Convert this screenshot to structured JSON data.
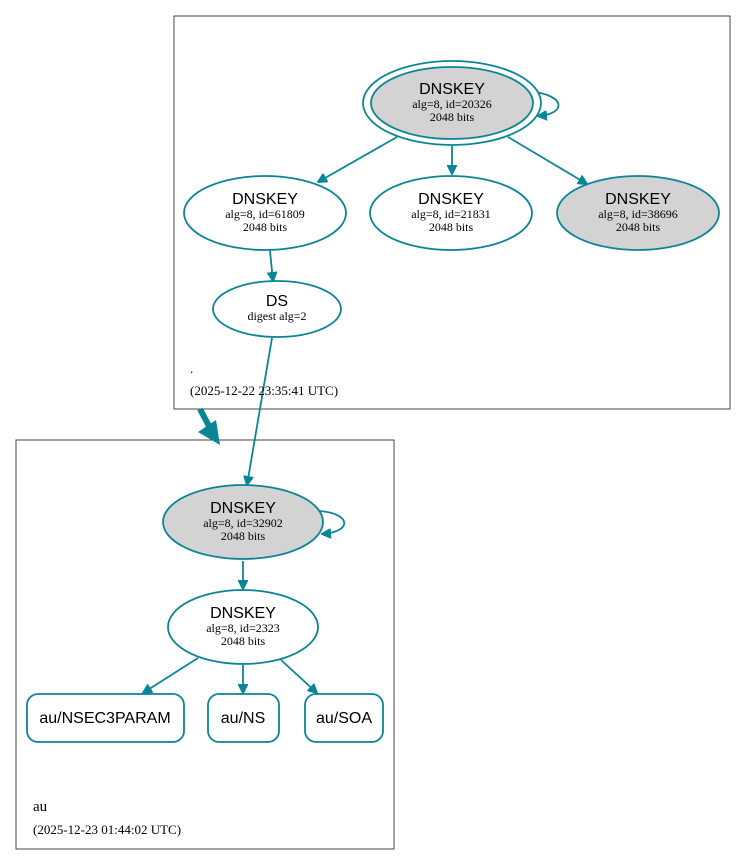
{
  "zones": {
    "root": {
      "name": ".",
      "timestamp": "(2025-12-22 23:35:41 UTC)"
    },
    "au": {
      "name": "au",
      "timestamp": "(2025-12-23 01:44:02 UTC)"
    }
  },
  "nodes": {
    "root_ksk": {
      "title": "DNSKEY",
      "line1": "alg=8, id=20326",
      "line2": "2048 bits"
    },
    "root_zsk1": {
      "title": "DNSKEY",
      "line1": "alg=8, id=61809",
      "line2": "2048 bits"
    },
    "root_zsk2": {
      "title": "DNSKEY",
      "line1": "alg=8, id=21831",
      "line2": "2048 bits"
    },
    "root_zsk3": {
      "title": "DNSKEY",
      "line1": "alg=8, id=38696",
      "line2": "2048 bits"
    },
    "root_ds": {
      "title": "DS",
      "line1": "digest alg=2"
    },
    "au_ksk": {
      "title": "DNSKEY",
      "line1": "alg=8, id=32902",
      "line2": "2048 bits"
    },
    "au_zsk": {
      "title": "DNSKEY",
      "line1": "alg=8, id=2323",
      "line2": "2048 bits"
    },
    "au_nsec3param": {
      "label": "au/NSEC3PARAM"
    },
    "au_ns": {
      "label": "au/NS"
    },
    "au_soa": {
      "label": "au/SOA"
    }
  },
  "colors": {
    "edge": "#0a8596",
    "node_fill_shaded": "#d3d3d3",
    "node_fill_plain": "#ffffff"
  }
}
